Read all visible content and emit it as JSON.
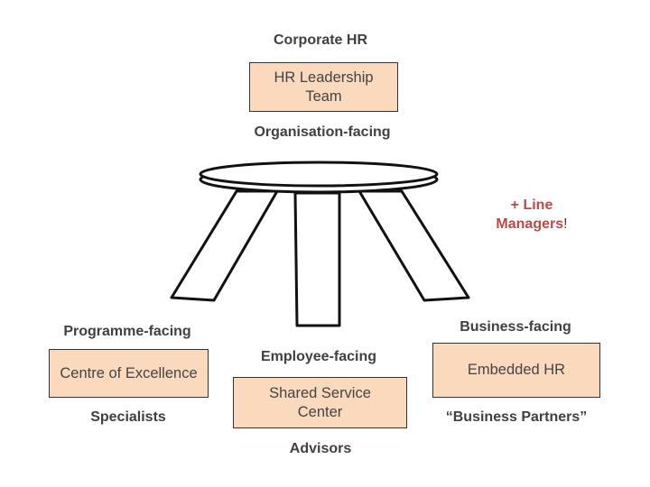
{
  "top": {
    "heading": "Corporate HR",
    "box": "HR Leadership Team",
    "facing": "Organisation-facing"
  },
  "note": {
    "line1": "+ Line",
    "line2": "Managers",
    "bang": "!",
    "accent_color": "#b94a48"
  },
  "left": {
    "facing": "Programme-facing",
    "box": "Centre of Excellence",
    "role": "Specialists"
  },
  "middle": {
    "facing": "Employee-facing",
    "box": "Shared Service Center",
    "role": "Advisors"
  },
  "right": {
    "facing": "Business-facing",
    "box": "Embedded HR",
    "role": "“Business Partners”"
  },
  "colors": {
    "box_fill": "#fbd9bd",
    "text": "#404040",
    "outline": "#222222"
  }
}
